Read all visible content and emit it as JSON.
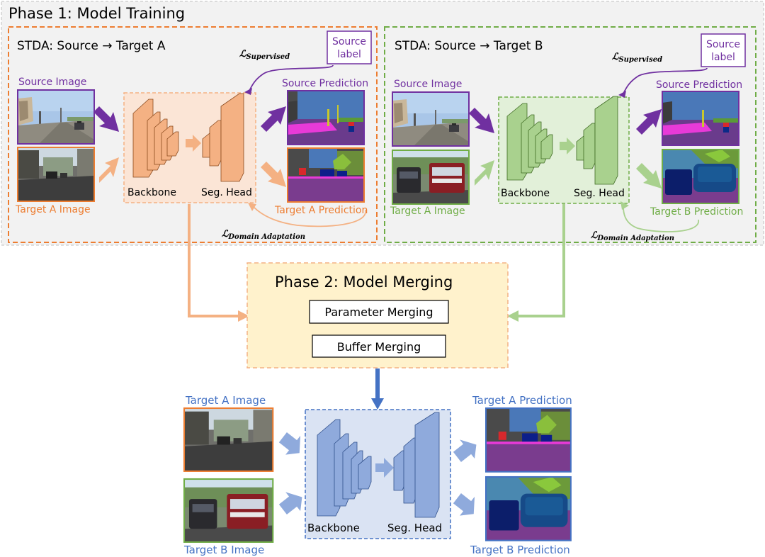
{
  "phase1": {
    "title": "Phase 1: Model Training",
    "panel_a": {
      "title": "STDA: Source → Target A",
      "source_image": "Source Image",
      "target_image": "Target A Image",
      "source_prediction": "Source Prediction",
      "target_prediction": "Target A Prediction",
      "source_label_line1": "Source",
      "source_label_line2": "label",
      "backbone": "Backbone",
      "seg_head": "Seg. Head",
      "loss_sup_symbol": "ℒ",
      "loss_sup_sub": "Supervised",
      "loss_da_symbol": "ℒ",
      "loss_da_sub": "Domain Adaptation"
    },
    "panel_b": {
      "title": "STDA: Source → Target B",
      "source_image": "Source Image",
      "target_image": "Target A Image",
      "source_prediction": "Source Prediction",
      "target_prediction": "Target B Prediction",
      "source_label_line1": "Source",
      "source_label_line2": "label",
      "backbone": "Backbone",
      "seg_head": "Seg. Head",
      "loss_sup_symbol": "ℒ",
      "loss_sup_sub": "Supervised",
      "loss_da_symbol": "ℒ",
      "loss_da_sub": "Domain Adaptation"
    }
  },
  "phase2": {
    "title": "Phase 2: Model Merging",
    "parameter_merging": "Parameter Merging",
    "buffer_merging": "Buffer Merging"
  },
  "inference": {
    "target_a_image": "Target A Image",
    "target_b_image": "Target B Image",
    "target_a_prediction": "Target A Prediction",
    "target_b_prediction": "Target B Prediction",
    "backbone": "Backbone",
    "seg_head": "Seg. Head"
  },
  "colors": {
    "purple": "#7030a0",
    "orange": "#ed7d31",
    "green": "#70ad47",
    "blue": "#4472c4",
    "phase1_bg": "#f2f2f2",
    "phase2_bg": "#fff2cc"
  }
}
